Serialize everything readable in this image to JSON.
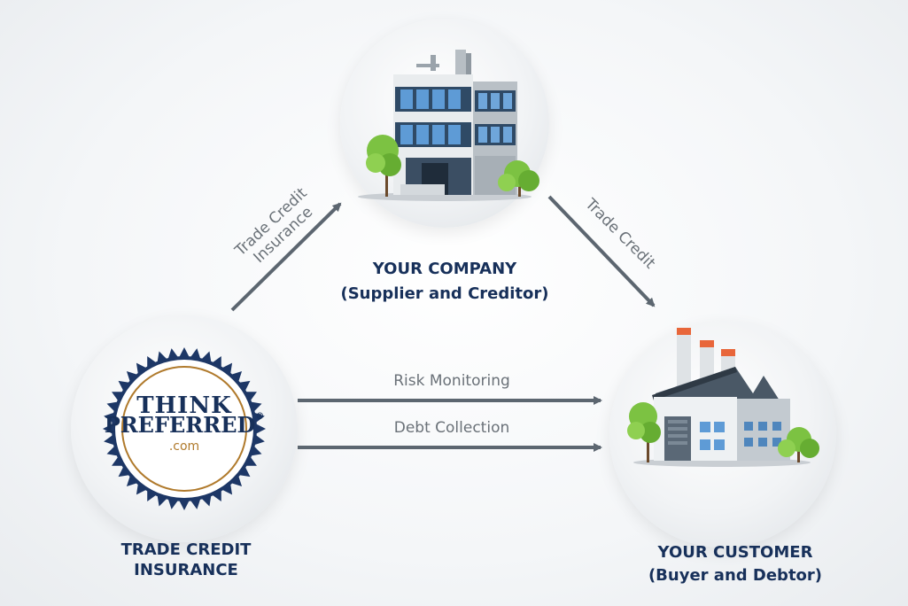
{
  "nodes": {
    "company": {
      "title": "YOUR COMPANY",
      "subtitle": "(Supplier and Creditor)"
    },
    "insurer": {
      "title_line1": "TRADE CREDIT",
      "title_line2": "INSURANCE"
    },
    "customer": {
      "title": "YOUR CUSTOMER",
      "subtitle": "(Buyer and Debtor)"
    }
  },
  "logo": {
    "line1": "THINK",
    "line2": "PREFERRED",
    "registered": "®",
    "line3": ".com"
  },
  "arrows": {
    "insurer_to_company_line1": "Trade Credit",
    "insurer_to_company_line2": "Insurance",
    "company_to_customer": "Trade Credit",
    "risk": "Risk Monitoring",
    "debt": "Debt Collection"
  },
  "colors": {
    "title_navy": "#17305a",
    "arrow_gray": "#5c6670",
    "logo_gold": "#b07a2c",
    "seal_navy": "#1d3766"
  }
}
